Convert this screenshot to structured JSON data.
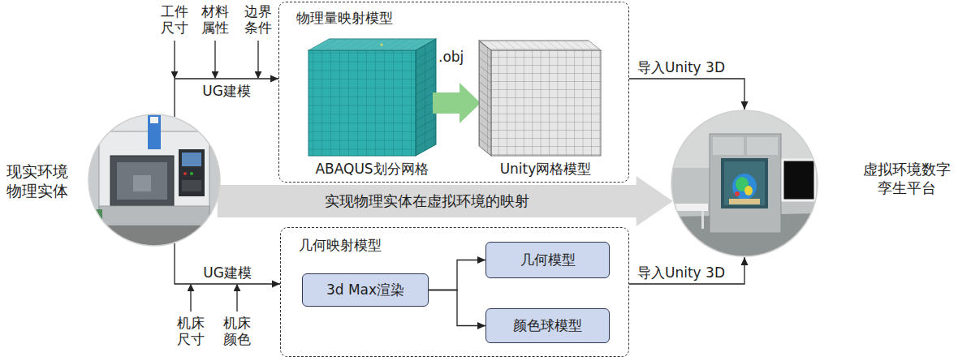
{
  "diagram": {
    "nodes": [
      {
        "text": [
          "物理量映射模型"
        ]
      },
      {
        "text": [
          "现实环境 物理实体"
        ]
      },
      {
        "text": [
          "虚拟环境数字 孪生平台"
        ]
      },
      {
        "text": [
          "几何映射模型"
        ]
      },
      {
        "text": [
          "3d Max渲染"
        ],
        "in": 3
      },
      {
        "text": [
          "几何模型"
        ],
        "in": 3
      },
      {
        "text": [
          "颜色球模型"
        ],
        "in": 3
      }
    ],
    "edges": [
      {
        "from": 1,
        "to": 0,
        "arrow": "to",
        "label": "UG建模"
      },
      {
        "from": 0,
        "to": 2,
        "arrow": "to",
        "label": "导入Unity 3D"
      },
      {
        "from": 1,
        "to": 2,
        "arrow": "to",
        "label": "实现物理实体在虚拟环境的映射"
      },
      {
        "from": 1,
        "to": 3,
        "arrow": "to",
        "label": "UG建模"
      },
      {
        "from": 4,
        "to": 5,
        "arrow": "to"
      },
      {
        "from": 4,
        "to": 6,
        "arrow": "to"
      },
      {
        "from": 3,
        "to": 2,
        "arrow": "to",
        "label": "导入Unity 3D"
      }
    ],
    "labels": [
      "工件 尺寸",
      "材料 属性",
      "边界 条件",
      ".obj",
      "ABAQUS划分网格",
      "Unity网格模型",
      "机床 尺寸",
      "机床 颜色"
    ]
  }
}
